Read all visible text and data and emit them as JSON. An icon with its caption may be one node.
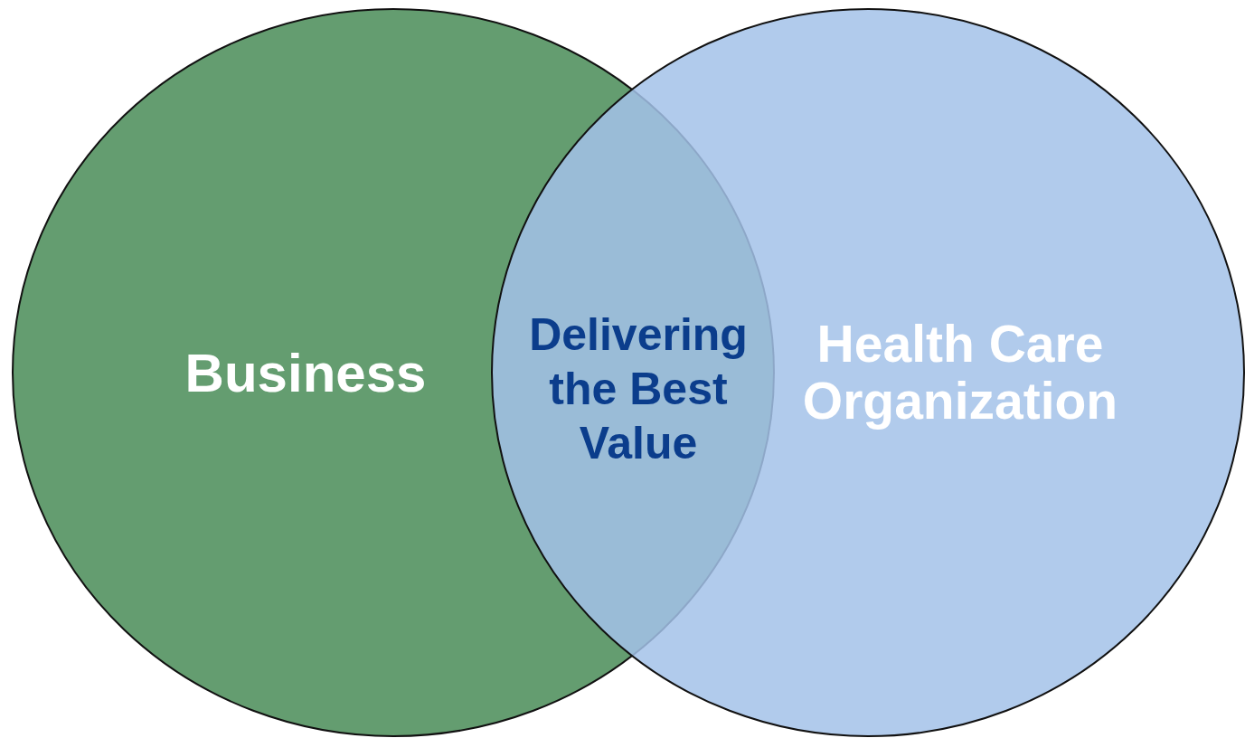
{
  "diagram": {
    "nodes": [
      {
        "text": [
          "Business"
        ]
      },
      {
        "text": [
          "Health Care Organization"
        ]
      }
    ],
    "labels": [
      "Delivering the Best Value"
    ]
  }
}
